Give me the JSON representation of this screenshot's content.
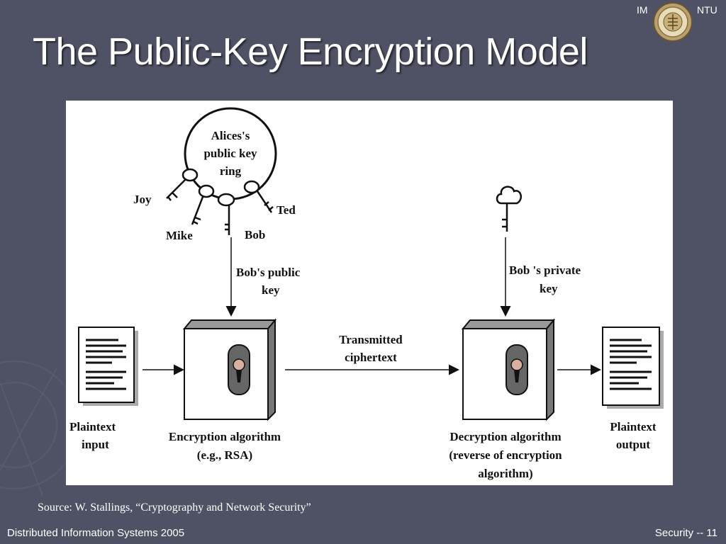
{
  "slide": {
    "title": "The Public-Key Encryption Model",
    "corner_left": "IM",
    "corner_right": "NTU",
    "source": "Source: W. Stallings, “Cryptography and Network Security”",
    "footer_left": "Distributed Information Systems 2005",
    "footer_right": "Security -- 11",
    "logo_icon": "ntu-seal-icon"
  },
  "diagram": {
    "ring_label": [
      "Alices's",
      "public key",
      "ring"
    ],
    "key_joy": "Joy",
    "key_mike": "Mike",
    "key_bob": "Bob",
    "key_ted": "Ted",
    "public_key_label": [
      "Bob's public",
      "key"
    ],
    "private_key_label": [
      "Bob 's private",
      "key"
    ],
    "transmitted_label": [
      "Transmitted",
      "ciphertext"
    ],
    "plaintext_input": [
      "Plaintext",
      "input"
    ],
    "encryption_label": [
      "Encryption algorithm",
      "(e.g., RSA)"
    ],
    "decryption_label": [
      "Decryption algorithm",
      "(reverse of encryption",
      "algorithm)"
    ],
    "plaintext_output": [
      "Plaintext",
      "output"
    ]
  },
  "colors": {
    "background": "#4f5264",
    "title": "#ffffff",
    "figure_bg": "#ffffff"
  }
}
